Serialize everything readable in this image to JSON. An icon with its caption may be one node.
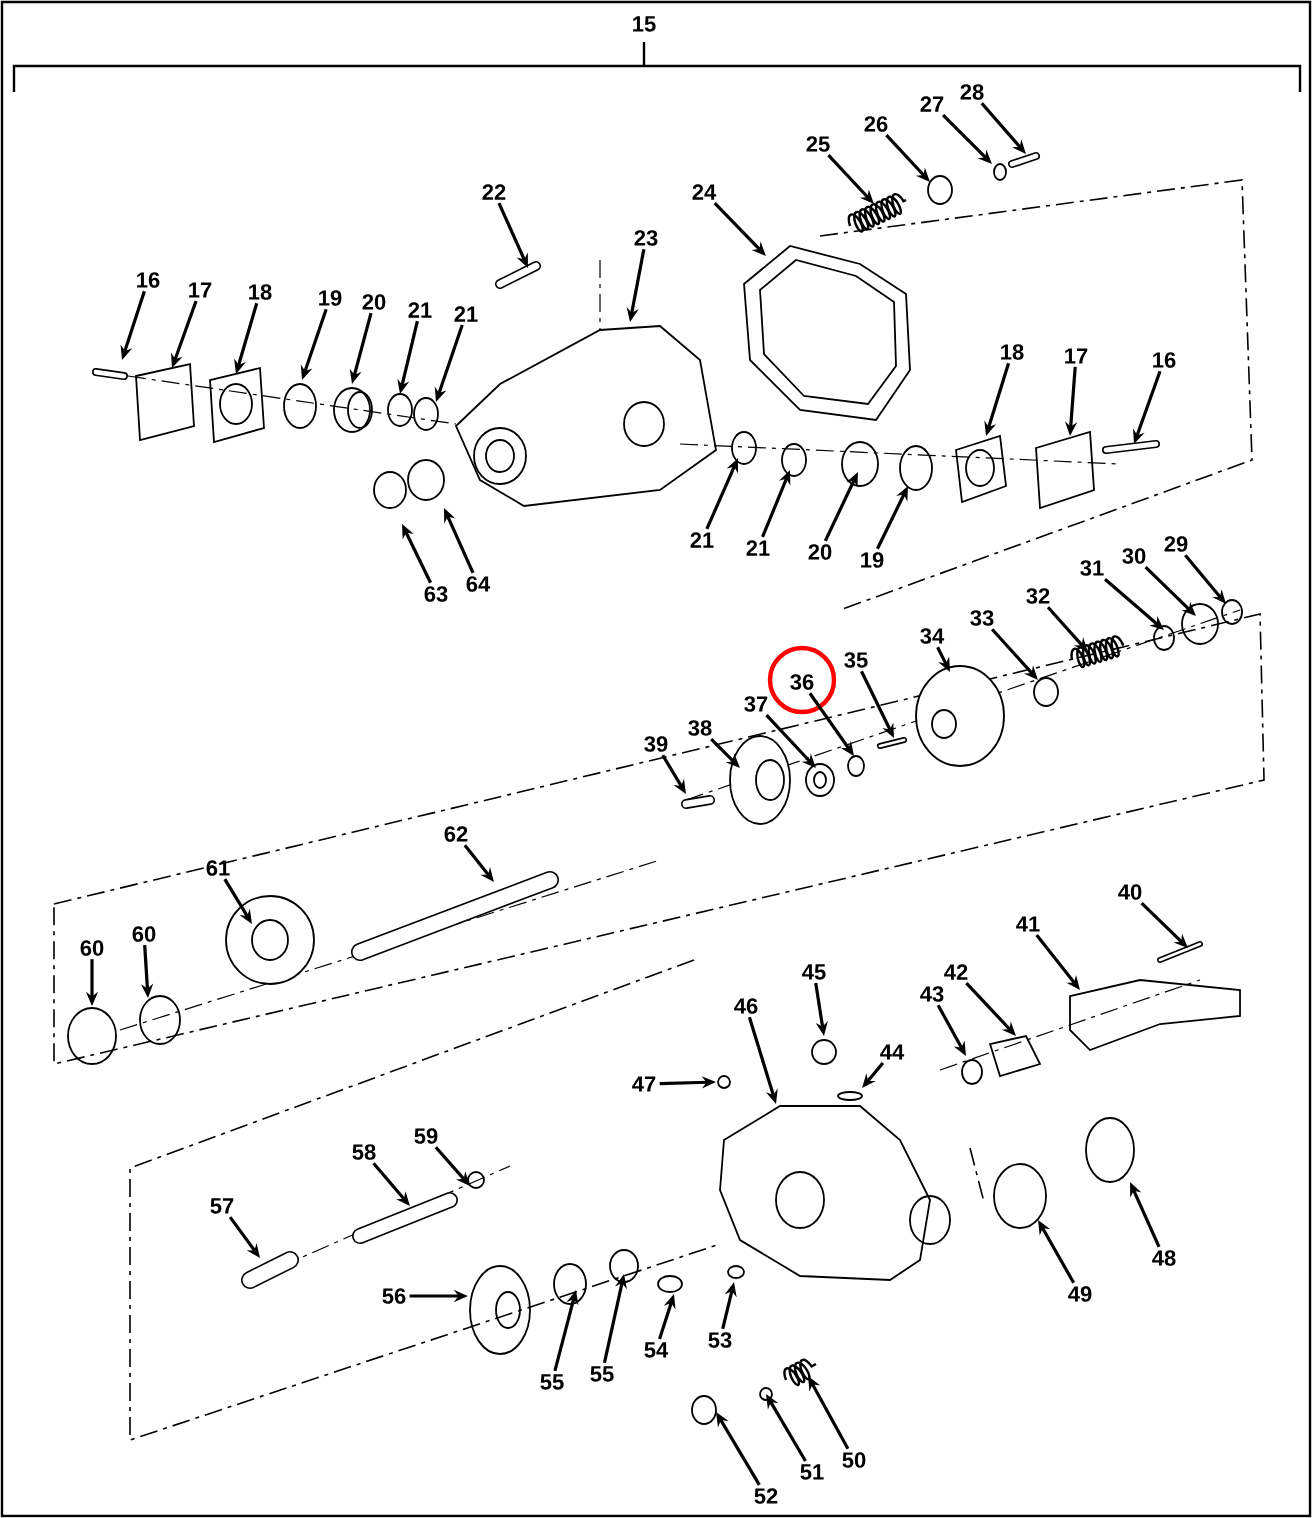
{
  "diagram": {
    "nodes": [
      {
        "text": [
          "16"
        ]
      },
      {
        "text": [
          "17"
        ]
      },
      {
        "text": [
          "18"
        ]
      },
      {
        "text": [
          "19"
        ]
      },
      {
        "text": [
          "20"
        ]
      },
      {
        "text": [
          "21"
        ]
      },
      {
        "text": [
          "21"
        ]
      },
      {
        "text": [
          "22"
        ]
      },
      {
        "text": [
          "23"
        ]
      },
      {
        "text": [
          "24"
        ]
      },
      {
        "text": [
          "25"
        ]
      },
      {
        "text": [
          "26"
        ]
      },
      {
        "text": [
          "27"
        ]
      },
      {
        "text": [
          "28"
        ]
      },
      {
        "text": [
          "18"
        ]
      },
      {
        "text": [
          "17"
        ]
      },
      {
        "text": [
          "16"
        ]
      },
      {
        "text": [
          "21"
        ]
      },
      {
        "text": [
          "21"
        ]
      },
      {
        "text": [
          "20"
        ]
      },
      {
        "text": [
          "19"
        ]
      },
      {
        "text": [
          "63"
        ]
      },
      {
        "text": [
          "64"
        ]
      },
      {
        "text": [
          "29"
        ]
      },
      {
        "text": [
          "30"
        ]
      },
      {
        "text": [
          "31"
        ]
      },
      {
        "text": [
          "32"
        ]
      },
      {
        "text": [
          "33"
        ]
      },
      {
        "text": [
          "34"
        ]
      },
      {
        "text": [
          "35"
        ]
      },
      {
        "text": [
          "36"
        ]
      },
      {
        "text": [
          "37"
        ]
      },
      {
        "text": [
          "38"
        ]
      },
      {
        "text": [
          "39"
        ]
      },
      {
        "text": [
          "62"
        ]
      },
      {
        "text": [
          "61"
        ]
      },
      {
        "text": [
          "60"
        ]
      },
      {
        "text": [
          "60"
        ]
      },
      {
        "text": [
          "40"
        ]
      },
      {
        "text": [
          "41"
        ]
      },
      {
        "text": [
          "42"
        ]
      },
      {
        "text": [
          "43"
        ]
      },
      {
        "text": [
          "44"
        ]
      },
      {
        "text": [
          "45"
        ]
      },
      {
        "text": [
          "46"
        ]
      },
      {
        "text": [
          "47"
        ]
      },
      {
        "text": [
          "48"
        ]
      },
      {
        "text": [
          "49"
        ]
      },
      {
        "text": [
          "50"
        ]
      },
      {
        "text": [
          "51"
        ]
      },
      {
        "text": [
          "52"
        ]
      },
      {
        "text": [
          "53"
        ]
      },
      {
        "text": [
          "54"
        ]
      },
      {
        "text": [
          "55"
        ]
      },
      {
        "text": [
          "55"
        ]
      },
      {
        "text": [
          "56"
        ]
      },
      {
        "text": [
          "57"
        ]
      },
      {
        "text": [
          "58"
        ]
      },
      {
        "text": [
          "59"
        ]
      }
    ],
    "edges": [
      {
        "from": 0,
        "to": null,
        "arrow": "to"
      },
      {
        "from": 1,
        "to": null,
        "arrow": "to"
      },
      {
        "from": 2,
        "to": null,
        "arrow": "to"
      },
      {
        "from": 3,
        "to": null,
        "arrow": "to"
      },
      {
        "from": 4,
        "to": null,
        "arrow": "to"
      },
      {
        "from": 5,
        "to": null,
        "arrow": "to"
      },
      {
        "from": 6,
        "to": null,
        "arrow": "to"
      },
      {
        "from": 7,
        "to": null,
        "arrow": "to"
      },
      {
        "from": 8,
        "to": null,
        "arrow": "to"
      },
      {
        "from": 9,
        "to": null,
        "arrow": "to"
      },
      {
        "from": 10,
        "to": null,
        "arrow": "to"
      },
      {
        "from": 11,
        "to": null,
        "arrow": "to"
      },
      {
        "from": 12,
        "to": null,
        "arrow": "to"
      },
      {
        "from": 13,
        "to": null,
        "arrow": "to"
      },
      {
        "from": 14,
        "to": null,
        "arrow": "to"
      },
      {
        "from": 15,
        "to": null,
        "arrow": "to"
      },
      {
        "from": 16,
        "to": null,
        "arrow": "to"
      },
      {
        "from": 17,
        "to": null,
        "arrow": "to"
      },
      {
        "from": 18,
        "to": null,
        "arrow": "to"
      },
      {
        "from": 19,
        "to": null,
        "arrow": "to"
      },
      {
        "from": 20,
        "to": null,
        "arrow": "to"
      },
      {
        "from": 21,
        "to": null,
        "arrow": "to"
      },
      {
        "from": 22,
        "to": null,
        "arrow": "to"
      },
      {
        "from": 23,
        "to": null,
        "arrow": "to"
      },
      {
        "from": 24,
        "to": null,
        "arrow": "to"
      },
      {
        "from": 25,
        "to": null,
        "arrow": "to"
      },
      {
        "from": 26,
        "to": null,
        "arrow": "to"
      },
      {
        "from": 27,
        "to": null,
        "arrow": "to"
      },
      {
        "from": 28,
        "to": null,
        "arrow": "to"
      },
      {
        "from": 29,
        "to": null,
        "arrow": "to"
      },
      {
        "from": 30,
        "to": null,
        "arrow": "to"
      },
      {
        "from": 31,
        "to": null,
        "arrow": "to"
      },
      {
        "from": 32,
        "to": null,
        "arrow": "to"
      },
      {
        "from": 33,
        "to": null,
        "arrow": "to"
      },
      {
        "from": 34,
        "to": null,
        "arrow": "to"
      },
      {
        "from": 35,
        "to": null,
        "arrow": "to"
      },
      {
        "from": 36,
        "to": null,
        "arrow": "to"
      },
      {
        "from": 37,
        "to": null,
        "arrow": "to"
      },
      {
        "from": 38,
        "to": null,
        "arrow": "to"
      },
      {
        "from": 39,
        "to": null,
        "arrow": "to"
      },
      {
        "from": 40,
        "to": null,
        "arrow": "to"
      },
      {
        "from": 41,
        "to": null,
        "arrow": "to"
      },
      {
        "from": 42,
        "to": null,
        "arrow": "to"
      },
      {
        "from": 43,
        "to": null,
        "arrow": "to"
      },
      {
        "from": 44,
        "to": null,
        "arrow": "to"
      },
      {
        "from": 45,
        "to": null,
        "arrow": "to"
      },
      {
        "from": 46,
        "to": null,
        "arrow": "to"
      },
      {
        "from": 47,
        "to": null,
        "arrow": "to"
      },
      {
        "from": 48,
        "to": null,
        "arrow": "to"
      },
      {
        "from": 49,
        "to": null,
        "arrow": "to"
      },
      {
        "from": 50,
        "to": null,
        "arrow": "to"
      },
      {
        "from": 51,
        "to": null,
        "arrow": "to"
      },
      {
        "from": 52,
        "to": null,
        "arrow": "to"
      },
      {
        "from": 53,
        "to": null,
        "arrow": "to"
      },
      {
        "from": 54,
        "to": null,
        "arrow": "to"
      },
      {
        "from": 55,
        "to": null,
        "arrow": "to"
      },
      {
        "from": 56,
        "to": null,
        "arrow": "to"
      },
      {
        "from": 57,
        "to": null,
        "arrow": "to"
      },
      {
        "from": 58,
        "to": null,
        "arrow": "to"
      }
    ],
    "labels": [
      "15"
    ]
  }
}
